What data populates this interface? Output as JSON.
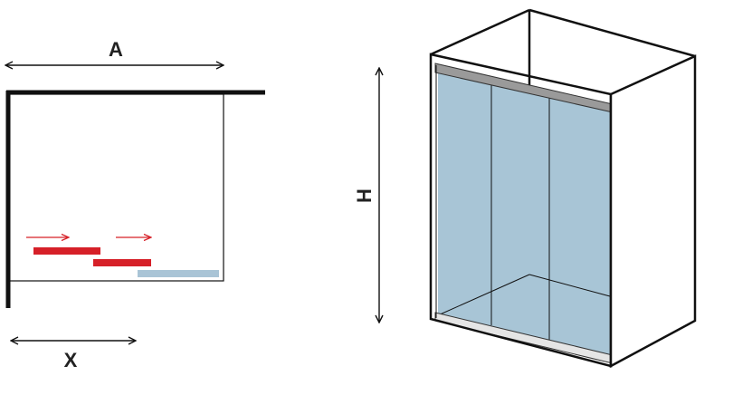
{
  "labels": {
    "width": "A",
    "opening": "X",
    "height": "H"
  },
  "colors": {
    "line": "#111111",
    "sliding_panel": "#d62028",
    "fixed_panel": "#a9c4d6",
    "glass": "#a8c5d6",
    "frame": "#9a9a9a"
  },
  "icons": {
    "slide_direction": "arrow-right-icon"
  }
}
